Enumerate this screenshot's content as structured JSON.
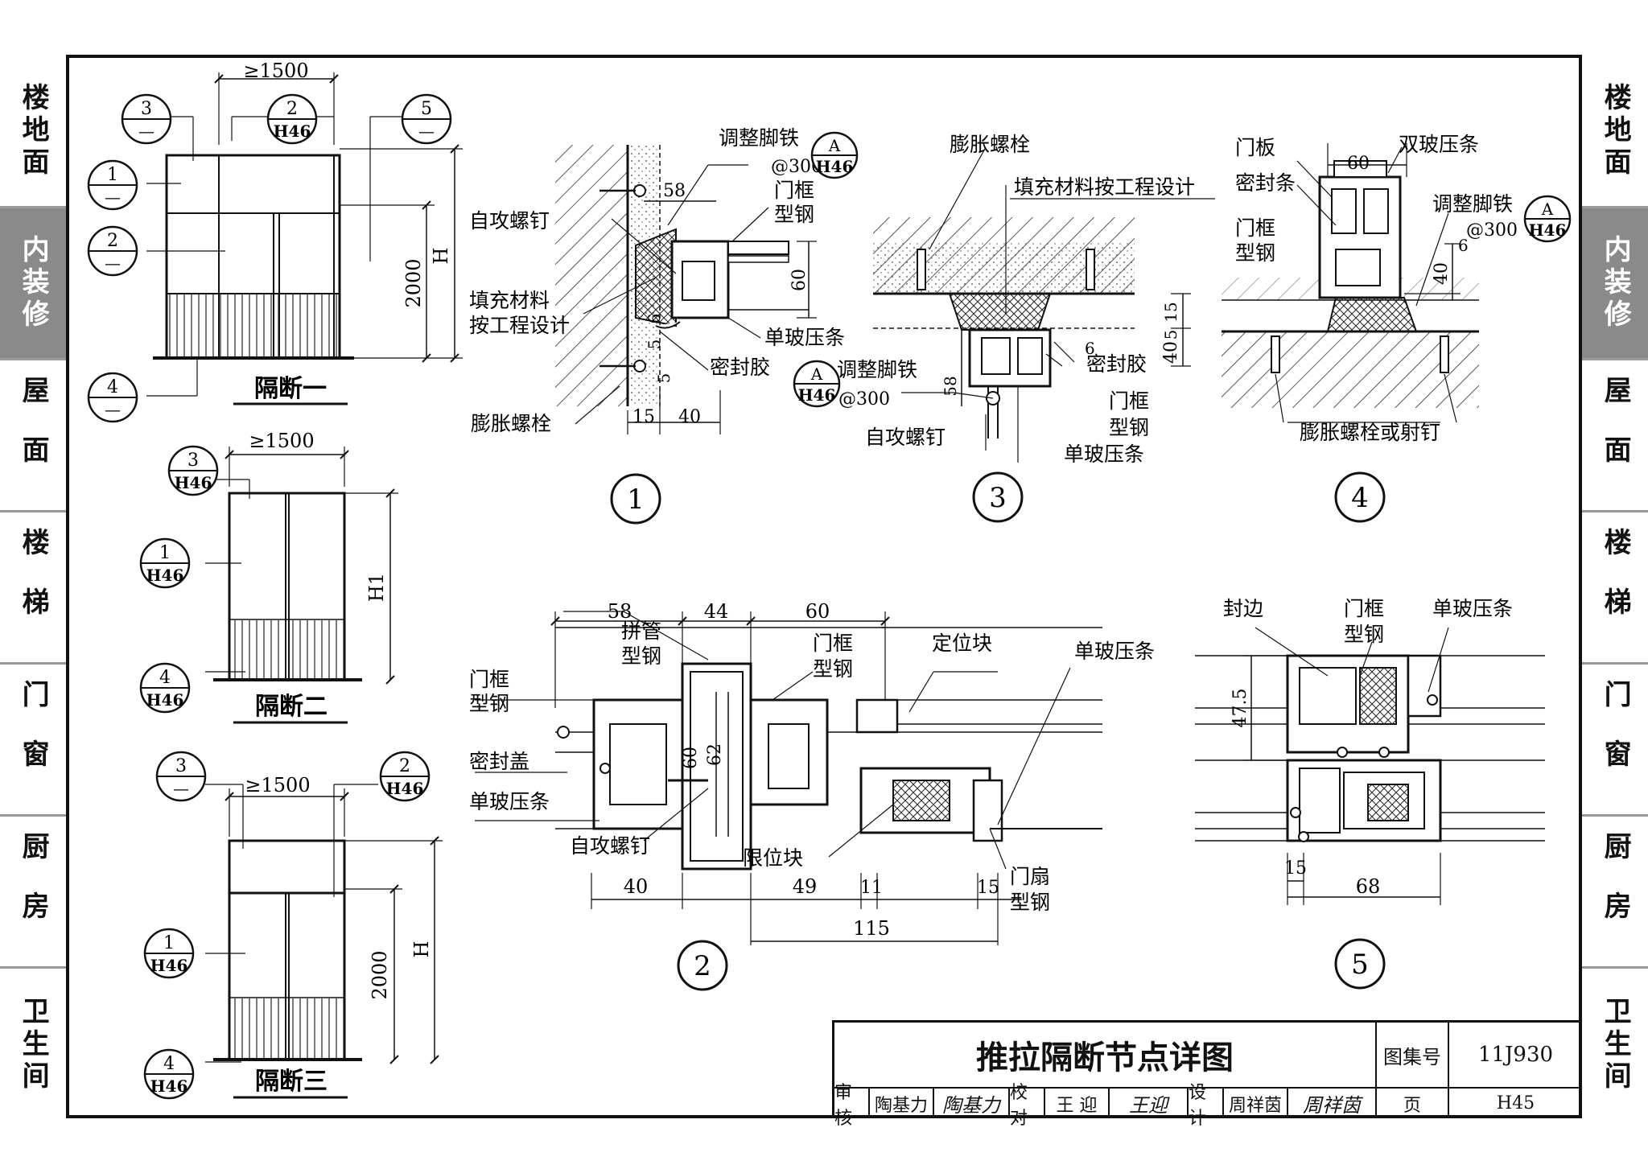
{
  "left_tabs": [
    {
      "label": "楼地面",
      "active": false
    },
    {
      "label": "内装修",
      "active": true
    },
    {
      "label": "屋面",
      "active": false
    },
    {
      "label": "楼梯",
      "active": false
    },
    {
      "label": "门窗",
      "active": false
    },
    {
      "label": "厨房",
      "active": false
    },
    {
      "label": "卫生间",
      "active": false
    }
  ],
  "right_tabs": [
    {
      "label": "楼地面",
      "active": false
    },
    {
      "label": "内装修",
      "active": true
    },
    {
      "label": "屋面",
      "active": false
    },
    {
      "label": "楼梯",
      "active": false
    },
    {
      "label": "门窗",
      "active": false
    },
    {
      "label": "厨房",
      "active": false
    },
    {
      "label": "卫生间",
      "active": false
    }
  ],
  "partition_1": {
    "title": "隔断一",
    "width_dim": "≥1500",
    "dim_height": "2000",
    "dim_total": "H",
    "callouts": [
      {
        "num": "3",
        "ref": "—"
      },
      {
        "num": "2",
        "ref": "H46"
      },
      {
        "num": "5",
        "ref": "—"
      },
      {
        "num": "1",
        "ref": "—"
      },
      {
        "num": "2",
        "ref": "—"
      },
      {
        "num": "4",
        "ref": "—"
      }
    ]
  },
  "partition_2": {
    "title": "隔断二",
    "width_dim": "≥1500",
    "dim_total": "H1",
    "callouts": [
      {
        "num": "3",
        "ref": "H46"
      },
      {
        "num": "1",
        "ref": "H46"
      },
      {
        "num": "4",
        "ref": "H46"
      }
    ]
  },
  "partition_3": {
    "title": "隔断三",
    "width_dim": "≥1500",
    "dim_height": "2000",
    "dim_total": "H",
    "callouts": [
      {
        "num": "3",
        "ref": "—"
      },
      {
        "num": "2",
        "ref": "H46"
      },
      {
        "num": "1",
        "ref": "H46"
      },
      {
        "num": "4",
        "ref": "H46"
      }
    ]
  },
  "detail_1": {
    "number": "1",
    "labels": {
      "adjust": "调整脚铁",
      "adjust_spacing": "@300",
      "door_frame": "门框",
      "steel": "型钢",
      "screw": "自攻螺钉",
      "fill1": "填充材料",
      "fill2": "按工程设计",
      "single_strip": "单玻压条",
      "sealant": "密封胶",
      "bolt": "膨胀螺栓"
    },
    "ref": {
      "letter": "A",
      "sheet": "H46"
    },
    "dims": {
      "d58": "58",
      "d60": "60",
      "d5a": "5",
      "d6": "6",
      "d5b": "5",
      "d15": "15",
      "d40": "40"
    }
  },
  "detail_3": {
    "number": "3",
    "labels": {
      "bolt": "膨胀螺栓",
      "fill": "填充材料按工程设计",
      "adjust": "调整脚铁",
      "adjust_spacing": "@300",
      "sealant": "密封胶",
      "door_frame": "门框",
      "steel": "型钢",
      "screw": "自攻螺钉",
      "single_strip": "单玻压条"
    },
    "ref": {
      "letter": "A",
      "sheet": "H46"
    },
    "dims": {
      "d15": "15",
      "d5": "5",
      "d40": "40",
      "d6": "6",
      "d58": "58"
    }
  },
  "detail_4": {
    "number": "4",
    "labels": {
      "door_panel": "门板",
      "double_strip": "双玻压条",
      "seal_strip": "密封条",
      "adjust": "调整脚铁",
      "adjust_spacing": "@300",
      "door_frame": "门框",
      "steel": "型钢",
      "bolt_or_nail": "膨胀螺栓或射钉"
    },
    "ref": {
      "letter": "A",
      "sheet": "H46"
    },
    "dims": {
      "d60": "60",
      "d6": "6",
      "d40": "40"
    }
  },
  "detail_2": {
    "number": "2",
    "labels": {
      "joint_pipe": "拼管",
      "joint_steel": "型钢",
      "door_frame_a": "门框",
      "steel_a": "型钢",
      "door_frame_b": "门框",
      "steel_b": "型钢",
      "locator": "定位块",
      "single_strip_top": "单玻压条",
      "seal_cover": "密封盖",
      "single_strip_left": "单玻压条",
      "screw": "自攻螺钉",
      "stopper": "限位块",
      "door_leaf": "门扇",
      "leaf_steel": "型钢"
    },
    "dims": {
      "d58": "58",
      "d44": "44",
      "d60": "60",
      "d60v": "60",
      "d62": "62",
      "d40": "40",
      "d49": "49",
      "d11": "11",
      "d15": "15",
      "d115": "115"
    }
  },
  "detail_5": {
    "number": "5",
    "labels": {
      "edge": "封边",
      "door_frame": "门框",
      "steel": "型钢",
      "single_strip": "单玻压条"
    },
    "dims": {
      "d47_5": "47.5",
      "d15": "15",
      "d68": "68"
    }
  },
  "title_block": {
    "title": "推拉隔断节点详图",
    "atlas_label": "图集号",
    "atlas_value": "11J930",
    "review_label": "审核",
    "reviewer": "陶基力",
    "reviewer_sig": "陶基力",
    "check_label": "校对",
    "checker": "王 迎",
    "checker_sig": "王迎",
    "design_label": "设计",
    "designer": "周祥茵",
    "designer_sig": "周祥茵",
    "page_label": "页",
    "page_value": "H45"
  }
}
